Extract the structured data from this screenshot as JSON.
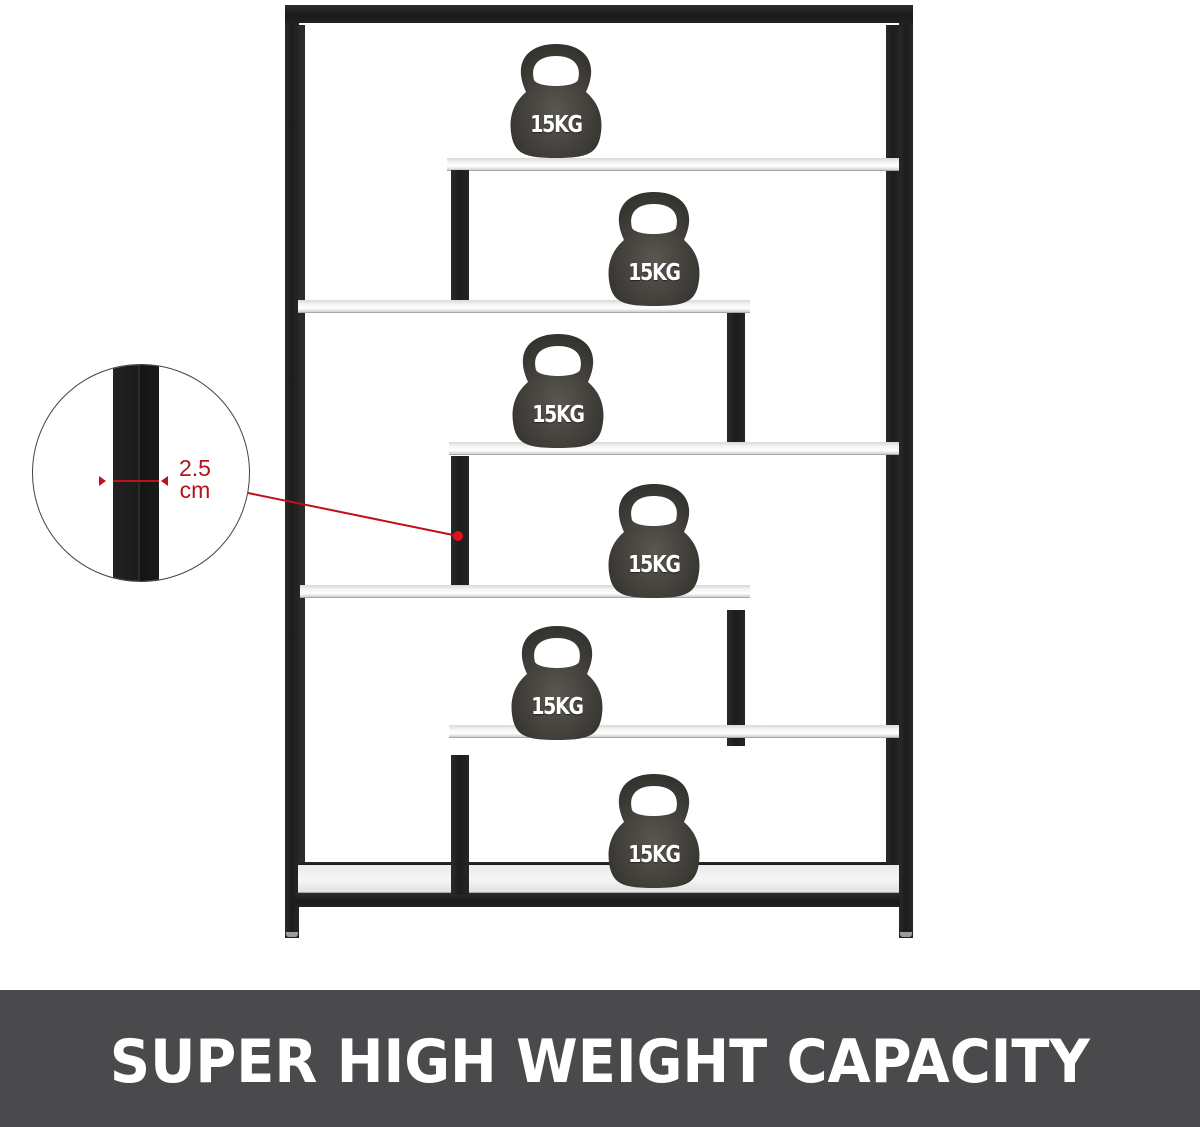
{
  "product_image": {
    "description": "Six-tier staggered bookshelf with black metal frame and white shelves, each shelf holding a kettlebell",
    "frame_color": "#1e1e1e",
    "shelf_color": "#f2f2f2",
    "kettlebells": [
      {
        "label": "15KG",
        "shelf": 1
      },
      {
        "label": "15KG",
        "shelf": 2
      },
      {
        "label": "15KG",
        "shelf": 3
      },
      {
        "label": "15KG",
        "shelf": 4
      },
      {
        "label": "15KG",
        "shelf": 5
      },
      {
        "label": "15KG",
        "shelf": 6
      }
    ],
    "detail_callout": {
      "measurement_value": "2.5",
      "measurement_unit": "cm",
      "accent_color": "#c0101a"
    }
  },
  "banner": {
    "text": "SUPER HIGH WEIGHT CAPACITY",
    "background_color": "#4a4a4d",
    "text_color": "#ffffff"
  }
}
